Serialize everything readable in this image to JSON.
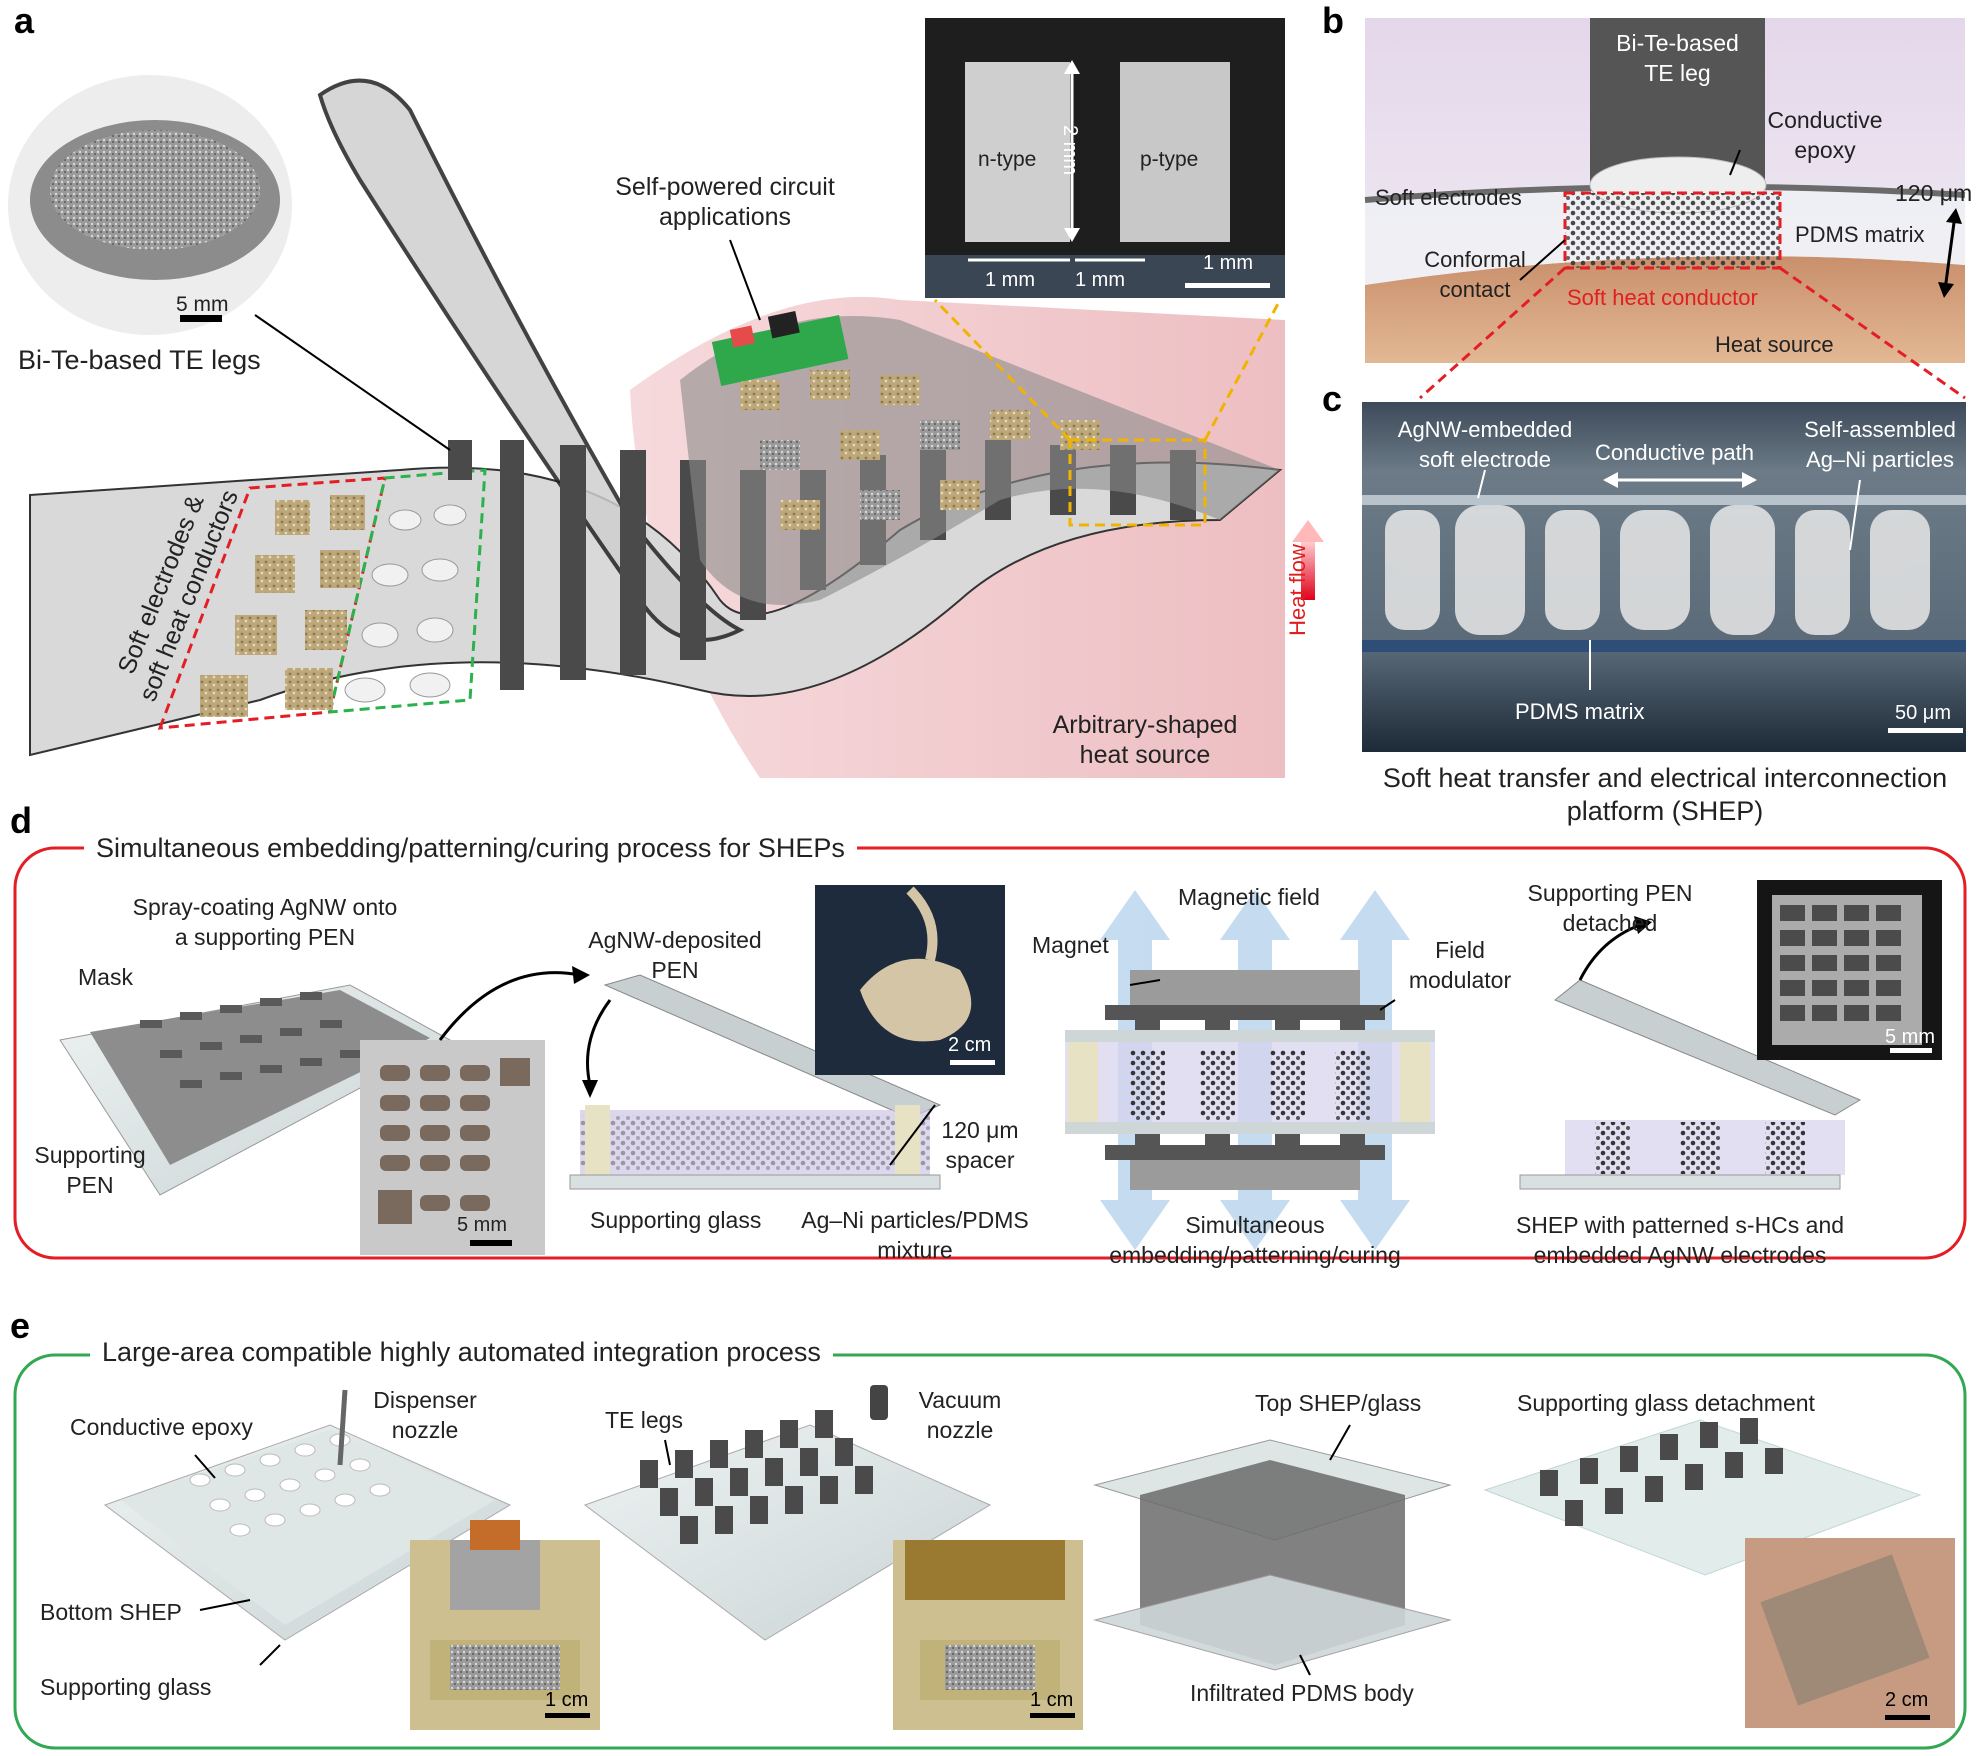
{
  "panels": {
    "a": {
      "label": "a",
      "inset_pile_scale": "5 mm",
      "te_legs_caption": "Bi-Te-based TE legs",
      "circuit_label": [
        "Self-powered circuit",
        "applications"
      ],
      "rotated_label": [
        "Soft electrodes &",
        "soft heat conductors"
      ],
      "heat_source_label": [
        "Arbitrary-shaped",
        "heat source"
      ],
      "micrograph": {
        "n_label": "n-type",
        "p_label": "p-type",
        "height_label": "2 mm",
        "width1": "1 mm",
        "width2": "1 mm",
        "scale": "1 mm"
      }
    },
    "b": {
      "label": "b",
      "te_leg": [
        "Bi-Te-based",
        "TE leg"
      ],
      "epoxy": [
        "Conductive",
        "epoxy"
      ],
      "soft_electrodes": "Soft electrodes",
      "thickness": "120 μm",
      "pdms": "PDMS matrix",
      "contact": [
        "Conformal",
        "contact"
      ],
      "heat_conductor": "Soft heat conductor",
      "heat_source": "Heat source"
    },
    "c": {
      "label": "c",
      "agnw": [
        "AgNW-embedded",
        "soft electrode"
      ],
      "path": "Conductive path",
      "particles": [
        "Self-assembled",
        "Ag–Ni particles"
      ],
      "heat_flow": "Heat flow",
      "pdms": "PDMS matrix",
      "scale": "50 μm",
      "caption": [
        "Soft heat transfer and electrical interconnection",
        "platform (SHEP)"
      ]
    },
    "d": {
      "label": "d",
      "title": "Simultaneous embedding/patterning/curing process for SHEPs",
      "spray": [
        "Spray-coating AgNW onto",
        "a supporting PEN"
      ],
      "mask": "Mask",
      "supporting_pen": [
        "Supporting",
        "PEN"
      ],
      "mask_scale": "5 mm",
      "agnw_pen": [
        "AgNW-deposited",
        "PEN"
      ],
      "pour_scale": "2 cm",
      "spacer": [
        "120 μm",
        "spacer"
      ],
      "supporting_glass": "Supporting glass",
      "mixture": [
        "Ag–Ni particles/PDMS",
        "mixture"
      ],
      "magnetic_field": "Magnetic field",
      "magnet": "Magnet",
      "field_modulator": [
        "Field",
        "modulator"
      ],
      "simultaneous": [
        "Simultaneous",
        "embedding/patterning/curing"
      ],
      "detached": [
        "Supporting PEN",
        "detached"
      ],
      "shep_scale": "5 mm",
      "result": [
        "SHEP with patterned s-HCs and",
        "embedded AgNW electrodes"
      ]
    },
    "e": {
      "label": "e",
      "title": "Large-area compatible highly automated integration process",
      "epoxy": "Conductive epoxy",
      "dispenser": [
        "Dispenser",
        "nozzle"
      ],
      "bottom_shep": "Bottom SHEP",
      "supporting_glass": "Supporting glass",
      "photo1_scale": "1 cm",
      "te_legs": "TE legs",
      "vacuum": [
        "Vacuum",
        "nozzle"
      ],
      "photo2_scale": "1 cm",
      "top_shep": "Top SHEP/glass",
      "pdms_body": "Infiltrated PDMS body",
      "detachment": "Supporting glass detachment",
      "photo3_scale": "2 cm"
    }
  },
  "colors": {
    "box_d": "#e31e24",
    "box_e": "#33a852",
    "dash_red": "#e31e24",
    "dash_green": "#2bb24c",
    "dash_orange": "#f0b400",
    "leg": "#4a4a4a"
  }
}
